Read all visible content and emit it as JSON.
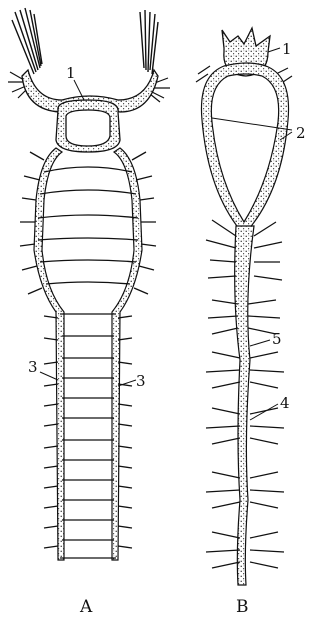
{
  "panels": [
    {
      "caption": "A",
      "labels": [
        "1",
        "3",
        "3"
      ]
    },
    {
      "caption": "B",
      "labels": [
        "1",
        "2",
        "5",
        "4"
      ]
    }
  ]
}
